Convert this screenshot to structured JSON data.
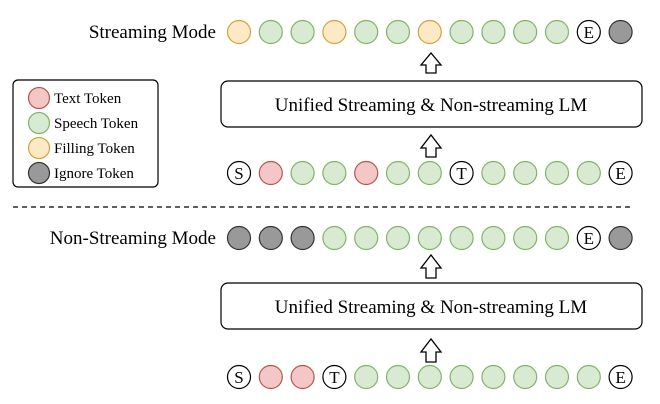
{
  "colors": {
    "text_fill": "#f4c7c7",
    "text_stroke": "#b85450",
    "speech_fill": "#d8ead2",
    "speech_stroke": "#82b366",
    "filling_fill": "#fde9c6",
    "filling_stroke": "#d6a13a",
    "ignore_fill": "#999999",
    "ignore_stroke": "#333333",
    "plain_fill": "#ffffff",
    "plain_stroke": "#000000"
  },
  "legend": {
    "items": [
      {
        "type": "text",
        "label": "Text Token"
      },
      {
        "type": "speech",
        "label": "Speech Token"
      },
      {
        "type": "filling",
        "label": "Filling Token"
      },
      {
        "type": "ignore",
        "label": "Ignore Token"
      }
    ]
  },
  "streaming": {
    "mode_label": "Streaming Mode",
    "lm_label": "Unified Streaming & Non-streaming LM",
    "output_tokens": [
      "filling",
      "speech",
      "speech",
      "filling",
      "speech",
      "speech",
      "filling",
      "speech",
      "speech",
      "speech",
      "speech",
      "E",
      "ignore"
    ],
    "input_tokens": [
      "S",
      "text",
      "speech",
      "speech",
      "text",
      "speech",
      "speech",
      "T",
      "speech",
      "speech",
      "speech",
      "speech",
      "E"
    ]
  },
  "non_streaming": {
    "mode_label": "Non-Streaming Mode",
    "lm_label": "Unified Streaming & Non-streaming LM",
    "output_tokens": [
      "ignore",
      "ignore",
      "ignore",
      "speech",
      "speech",
      "speech",
      "speech",
      "speech",
      "speech",
      "speech",
      "speech",
      "E",
      "ignore"
    ],
    "input_tokens": [
      "S",
      "text",
      "text",
      "T",
      "speech",
      "speech",
      "speech",
      "speech",
      "speech",
      "speech",
      "speech",
      "speech",
      "E"
    ]
  }
}
